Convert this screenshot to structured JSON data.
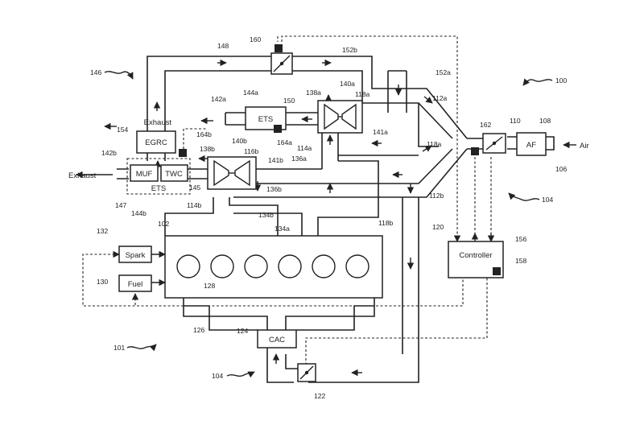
{
  "figure_ref": "100",
  "blocks": {
    "air_filter": "AF",
    "controller": "Controller",
    "egrc": "EGRC",
    "ets_upper": "ETS",
    "ets_lower": "ETS",
    "muf": "MUF",
    "twc": "TWC",
    "spark": "Spark",
    "fuel": "Fuel",
    "cac": "CAC"
  },
  "flow_labels": {
    "air_in": "Air",
    "exhaust_upper": "Exhaust",
    "exhaust_lower": "Exhaust"
  },
  "refs": {
    "r101": "101",
    "r102": "102",
    "r104a": "104",
    "r104b": "104",
    "r106": "106",
    "r108": "108",
    "r110": "110",
    "r112a": "112a",
    "r112b": "112b",
    "r114a": "114a",
    "r114b": "114b",
    "r116b": "116b",
    "r118a": "118a",
    "r118a2": "118a",
    "r118b": "118b",
    "r120": "120",
    "r122": "122",
    "r124": "124",
    "r126": "126",
    "r128": "128",
    "r130": "130",
    "r132": "132",
    "r134a": "134a",
    "r134b": "134b",
    "r136a": "136a",
    "r136b": "136b",
    "r138a": "138a",
    "r138b": "138b",
    "r140a": "140a",
    "r140b": "140b",
    "r141a": "141a",
    "r141b": "141b",
    "r142a": "142a",
    "r142b": "142b",
    "r144a": "144a",
    "r144b": "144b",
    "r145": "145",
    "r146": "146",
    "r147": "147",
    "r148": "148",
    "r150": "150",
    "r152a": "152a",
    "r152b": "152b",
    "r154": "154",
    "r156": "156",
    "r158": "158",
    "r160": "160",
    "r162": "162",
    "r164a": "164a",
    "r164b": "164b"
  }
}
